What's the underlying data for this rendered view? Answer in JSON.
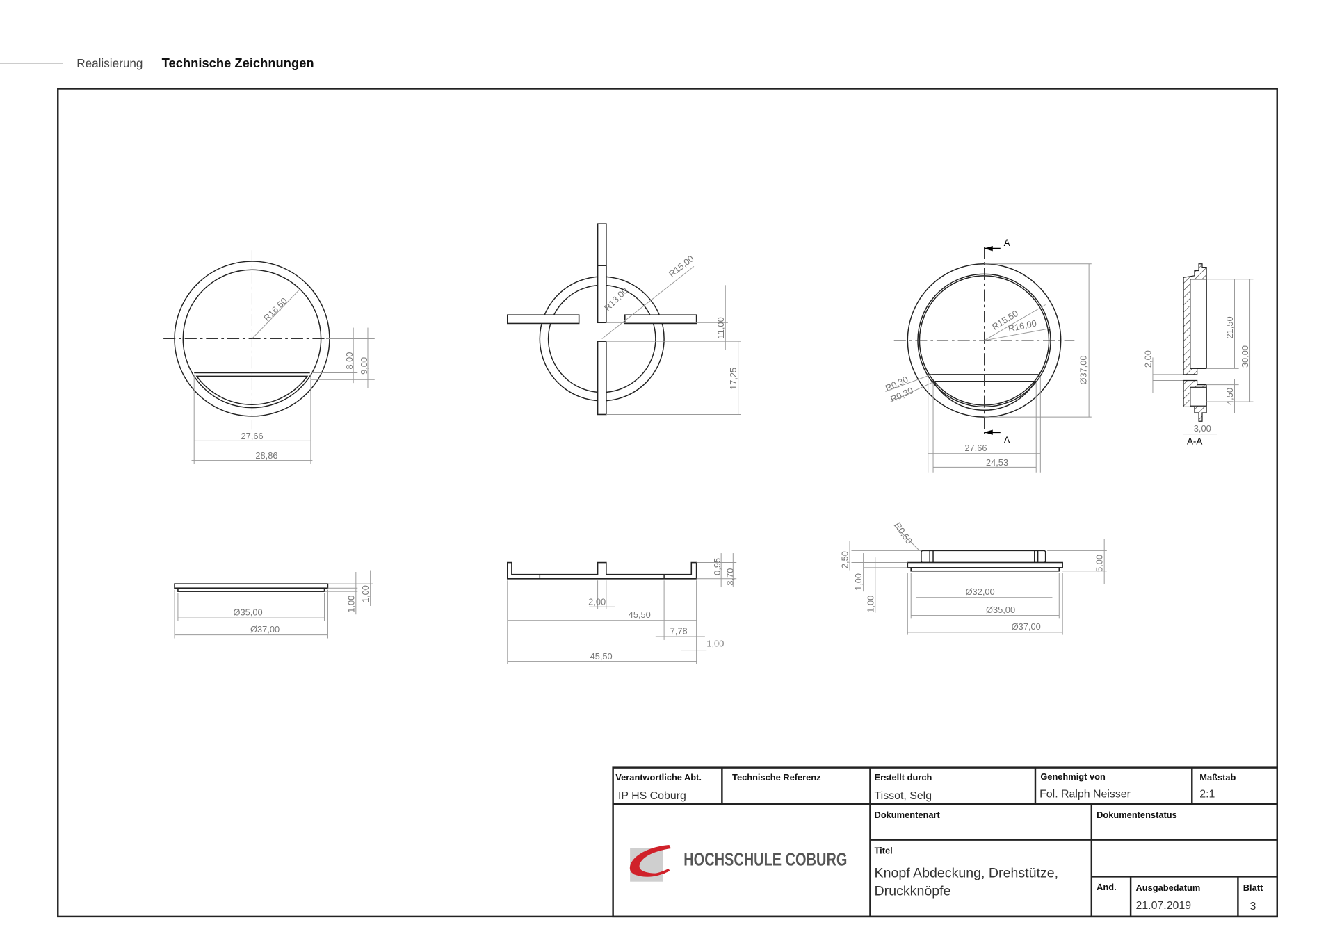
{
  "header": {
    "section": "Realisierung",
    "title": "Technische Zeichnungen"
  },
  "views": {
    "cover_top": {
      "dims": [
        "R16,50",
        "8,00",
        "9,00",
        "27,66",
        "28,86"
      ]
    },
    "support_top": {
      "dims": [
        "R13,00",
        "R15,00",
        "11,00",
        "17,25"
      ]
    },
    "buttons_top": {
      "dims": [
        "R15,50",
        "R16,00",
        "R0,30",
        "R0,30",
        "Ø37,00",
        "27,66",
        "24,53",
        "A",
        "A"
      ]
    },
    "section_aa": {
      "dims": [
        "2,00",
        "21,50",
        "30,00",
        "4,50",
        "3,00",
        "A-A"
      ]
    },
    "cover_side": {
      "dims": [
        "1,00",
        "1,00",
        "Ø35,00",
        "Ø37,00"
      ]
    },
    "support_side": {
      "dims": [
        "0,95",
        "3,70",
        "2,00",
        "45,50",
        "7,78",
        "1,00",
        "45,50"
      ]
    },
    "buttons_side": {
      "dims": [
        "R0,50",
        "2,50",
        "1,00",
        "1,00",
        "5,00",
        "Ø32,00",
        "Ø35,00",
        "Ø37,00"
      ]
    }
  },
  "title_block": {
    "dept_label": "Verantwortliche Abt.",
    "dept_value": "IP HS Coburg",
    "tech_ref_label": "Technische Referenz",
    "created_label": "Erstellt durch",
    "created_value": "Tissot, Selg",
    "approved_label": "Genehmigt von",
    "approved_value": "Fol. Ralph Neisser",
    "scale_label": "Maßstab",
    "scale_value": "2:1",
    "doc_type_label": "Dokumentenart",
    "doc_status_label": "Dokumentenstatus",
    "logo_text": "HOCHSCHULE COBURG",
    "title_label": "Titel",
    "title_line1": "Knopf Abdeckung, Drehstütze,",
    "title_line2": "Druckknöpfe",
    "rev_label": "Änd.",
    "date_label": "Ausgabedatum",
    "date_value": "21.07.2019",
    "sheet_label": "Blatt",
    "sheet_value": "3"
  },
  "colors": {
    "logo_red": "#d0212a",
    "logo_gray": "#555555"
  }
}
